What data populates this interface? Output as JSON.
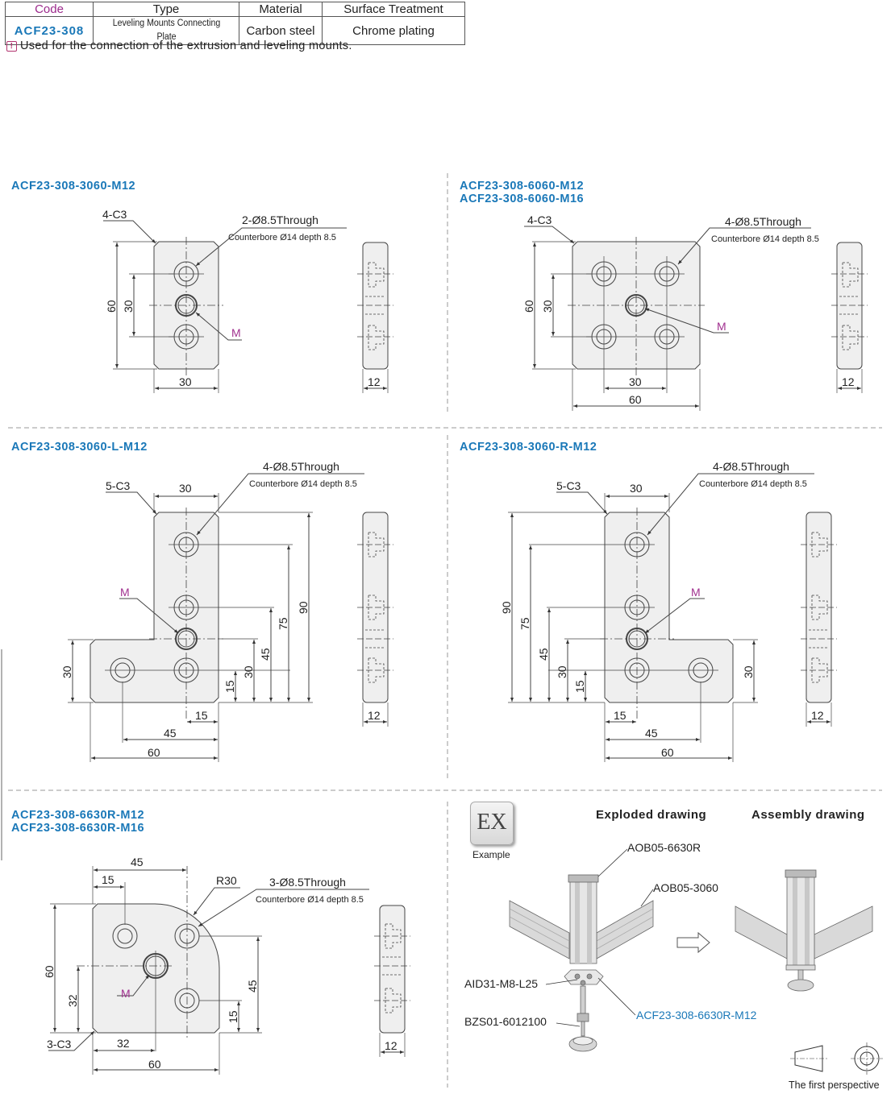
{
  "spec_table": {
    "headers": {
      "code": "Code",
      "type": "Type",
      "material": "Material",
      "surface": "Surface Treatment"
    },
    "row": {
      "code": "ACF23-308",
      "type": "Leveling Mounts Connecting Plate",
      "material": "Carbon steel",
      "surface": "Chrome plating"
    }
  },
  "note": "Used for the connection of the extrusion and leveling mounts.",
  "drawings": {
    "d1": {
      "title": "ACF23-308-3060-M12",
      "chamfer": "4-C3",
      "holes": "2-Ø8.5Through",
      "counterbore": "Counterbore Ø14 depth 8.5",
      "dims": [
        "60",
        "30",
        "30",
        "12"
      ],
      "m": "M"
    },
    "d2": {
      "title1": "ACF23-308-6060-M12",
      "title2": "ACF23-308-6060-M16",
      "chamfer": "4-C3",
      "holes": "4-Ø8.5Through",
      "counterbore": "Counterbore Ø14 depth 8.5",
      "dims": [
        "60",
        "30",
        "30",
        "60",
        "12"
      ],
      "m": "M"
    },
    "d3": {
      "title": "ACF23-308-3060-L-M12",
      "chamfer": "5-C3",
      "holes": "4-Ø8.5Through",
      "counterbore": "Counterbore Ø14 depth 8.5",
      "dims": [
        "30",
        "90",
        "75",
        "45",
        "30",
        "15",
        "30",
        "15",
        "45",
        "60",
        "12"
      ],
      "m": "M"
    },
    "d4": {
      "title": "ACF23-308-3060-R-M12",
      "chamfer": "5-C3",
      "holes": "4-Ø8.5Through",
      "counterbore": "Counterbore Ø14 depth 8.5",
      "dims": [
        "30",
        "90",
        "75",
        "45",
        "30",
        "15",
        "30",
        "15",
        "45",
        "60",
        "12"
      ],
      "m": "M"
    },
    "d5": {
      "title1": "ACF23-308-6630R-M12",
      "title2": "ACF23-308-6630R-M16",
      "chamfer": "3-C3",
      "radius": "R30",
      "holes": "3-Ø8.5Through",
      "counterbore": "Counterbore Ø14 depth 8.5",
      "dims": [
        "45",
        "15",
        "60",
        "32",
        "45",
        "15",
        "32",
        "60",
        "12"
      ],
      "m": "M"
    }
  },
  "example": {
    "badge": "EX",
    "badge_label": "Example",
    "exploded_title": "Exploded drawing",
    "assembly_title": "Assembly drawing",
    "parts": [
      "AOB05-6630R",
      "AOB05-3060",
      "AID31-M8-L25",
      "BZS01-6012100",
      "ACF23-308-6630R-M12"
    ],
    "perspective": "The first perspective"
  },
  "colors": {
    "title_blue": "#1a78b8",
    "code_magenta": "#9c2a8c",
    "m_magenta": "#a0308f",
    "plate_fill": "#efefef"
  }
}
